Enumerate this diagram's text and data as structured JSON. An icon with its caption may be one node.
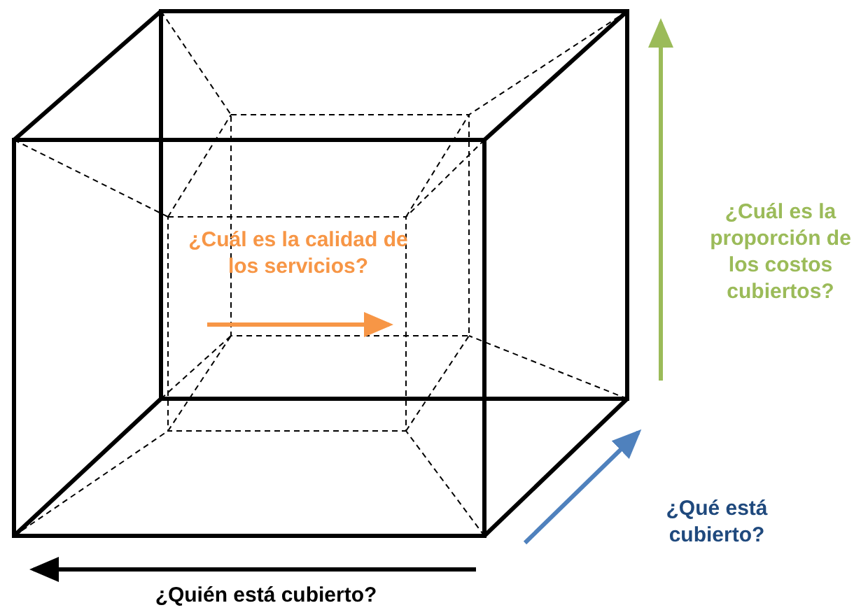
{
  "diagram": {
    "labels": [
      "¿Cuál es la calidad de los servicios?",
      "¿Cuál es la proporción de los costos cubiertos?",
      "¿Qué está cubierto?",
      "¿Quién está cubierto?"
    ]
  }
}
